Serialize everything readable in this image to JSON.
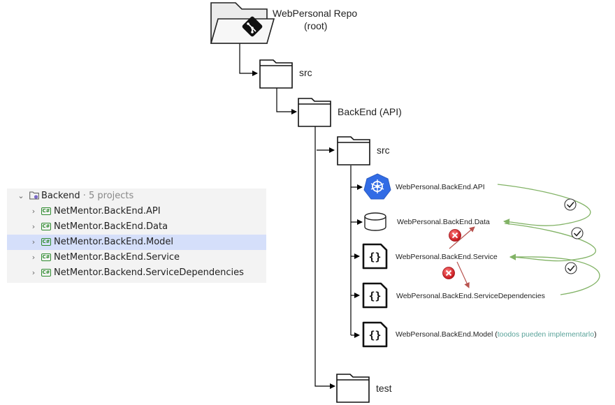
{
  "tree": {
    "repo": {
      "title": "WebPersonal Repo",
      "subtitle": "(root)"
    },
    "src": "src",
    "backend": "BackEnd (API)",
    "backend_src": "src",
    "test": "test",
    "projects": [
      {
        "label": "WebPersonal.BackEnd.API",
        "icon": "hexagon-api-icon"
      },
      {
        "label": "WebPersonal.BackEnd.Data",
        "icon": "database-icon"
      },
      {
        "label": "WebPersonal.BackEnd.Service",
        "icon": "json-braces-icon"
      },
      {
        "label": "WebPersonal.BackEnd.ServiceDependencies",
        "icon": "json-braces-icon"
      },
      {
        "label": "WebPersonal.BackEnd.Model",
        "icon": "json-braces-icon",
        "note_open": "(",
        "note": "toodos pueden implementarlo",
        "note_close": ")"
      }
    ],
    "colors": {
      "allowed": "#82b366",
      "forbidden": "#b85450",
      "note": "#5aa39a",
      "api_icon": "#326ce5"
    }
  },
  "explorer": {
    "root": {
      "name": "Backend",
      "count": "· 5 projects"
    },
    "items": [
      {
        "label": "NetMentor.BackEnd.API",
        "selected": false
      },
      {
        "label": "NetMentor.BackEnd.Data",
        "selected": false
      },
      {
        "label": "NetMentor.BackEnd.Model",
        "selected": true
      },
      {
        "label": "NetMentor.BackEnd.Service",
        "selected": false
      },
      {
        "label": "NetMentor.Backend.ServiceDependencies",
        "selected": false
      }
    ],
    "cs_badge": "C#"
  }
}
